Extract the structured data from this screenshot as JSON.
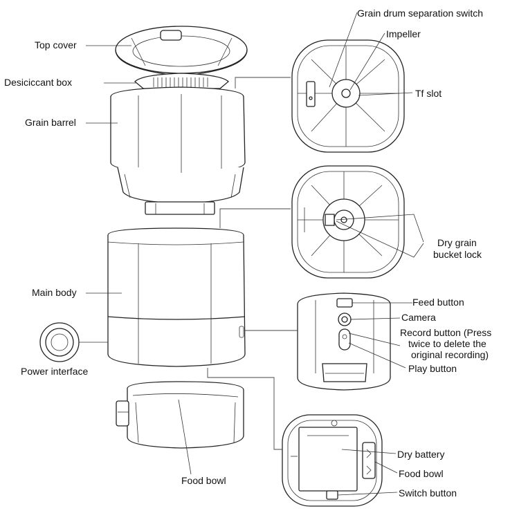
{
  "labels": {
    "top_cover": "Top cover",
    "desiccant_box": "Desiciccant box",
    "grain_barrel": "Grain barrel",
    "main_body": "Main body",
    "power_interface": "Power interface",
    "food_bowl_left": "Food bowl",
    "grain_drum_switch": "Grain drum separation switch",
    "impeller": "Impeller",
    "tf_slot": "Tf slot",
    "dry_grain_lock_1": "Dry grain",
    "dry_grain_lock_2": "bucket lock",
    "feed_button": "Feed button",
    "camera": "Camera",
    "record_button_1": "Record button (Press",
    "record_button_2": "twice to delete the",
    "record_button_3": "original recording)",
    "play_button": "Play button",
    "dry_battery": "Dry battery",
    "food_bowl_right": "Food bowl",
    "switch_button": "Switch button"
  }
}
